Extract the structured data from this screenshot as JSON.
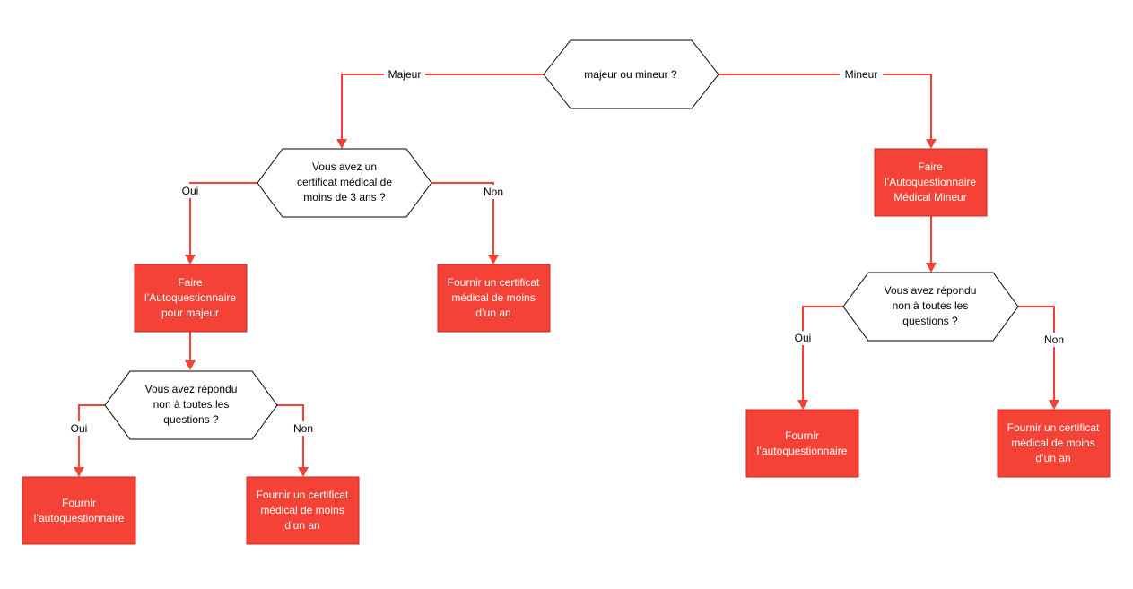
{
  "colors": {
    "accent": "#f44336",
    "decision_fill": "#ffffff",
    "decision_stroke": "#000000",
    "box_text": "#ffffff"
  },
  "nodes": {
    "q_age": {
      "kind": "decision",
      "lines": [
        "majeur ou mineur ?"
      ]
    },
    "q_certif": {
      "kind": "decision",
      "lines": [
        "Vous avez un",
        "certificat médical de",
        "moins de 3 ans ?"
      ]
    },
    "a_faire_majeur": {
      "kind": "action",
      "lines": [
        "Faire",
        "l’Autoquestionnaire",
        "pour majeur"
      ]
    },
    "a_certif_1": {
      "kind": "action",
      "lines": [
        "Fournir un certificat",
        "médical de moins",
        "d’un an"
      ]
    },
    "q_repondu_majeur": {
      "kind": "decision",
      "lines": [
        "Vous avez répondu",
        "non à toutes les",
        "questions ?"
      ]
    },
    "a_fournir_auto_1": {
      "kind": "action",
      "lines": [
        "Fournir",
        "l’autoquestionnaire"
      ]
    },
    "a_certif_2": {
      "kind": "action",
      "lines": [
        "Fournir un certificat",
        "médical de moins",
        "d’un an"
      ]
    },
    "a_faire_mineur": {
      "kind": "action",
      "lines": [
        "Faire",
        "l’Autoquestionnaire",
        "Médical Mineur"
      ]
    },
    "q_repondu_mineur": {
      "kind": "decision",
      "lines": [
        "Vous avez répondu",
        "non à toutes les",
        "questions ?"
      ]
    },
    "a_fournir_auto_2": {
      "kind": "action",
      "lines": [
        "Fournir",
        "l’autoquestionnaire"
      ]
    },
    "a_certif_3": {
      "kind": "action",
      "lines": [
        "Fournir un certificat",
        "médical de moins",
        "d’un an"
      ]
    }
  },
  "edges": {
    "majeur": {
      "label": "Majeur"
    },
    "mineur": {
      "label": "Mineur"
    },
    "certif_oui": {
      "label": "Oui"
    },
    "certif_non": {
      "label": "Non"
    },
    "majeur_oui": {
      "label": "Oui"
    },
    "majeur_non": {
      "label": "Non"
    },
    "mineur_oui": {
      "label": "Oui"
    },
    "mineur_non": {
      "label": "Non"
    }
  }
}
